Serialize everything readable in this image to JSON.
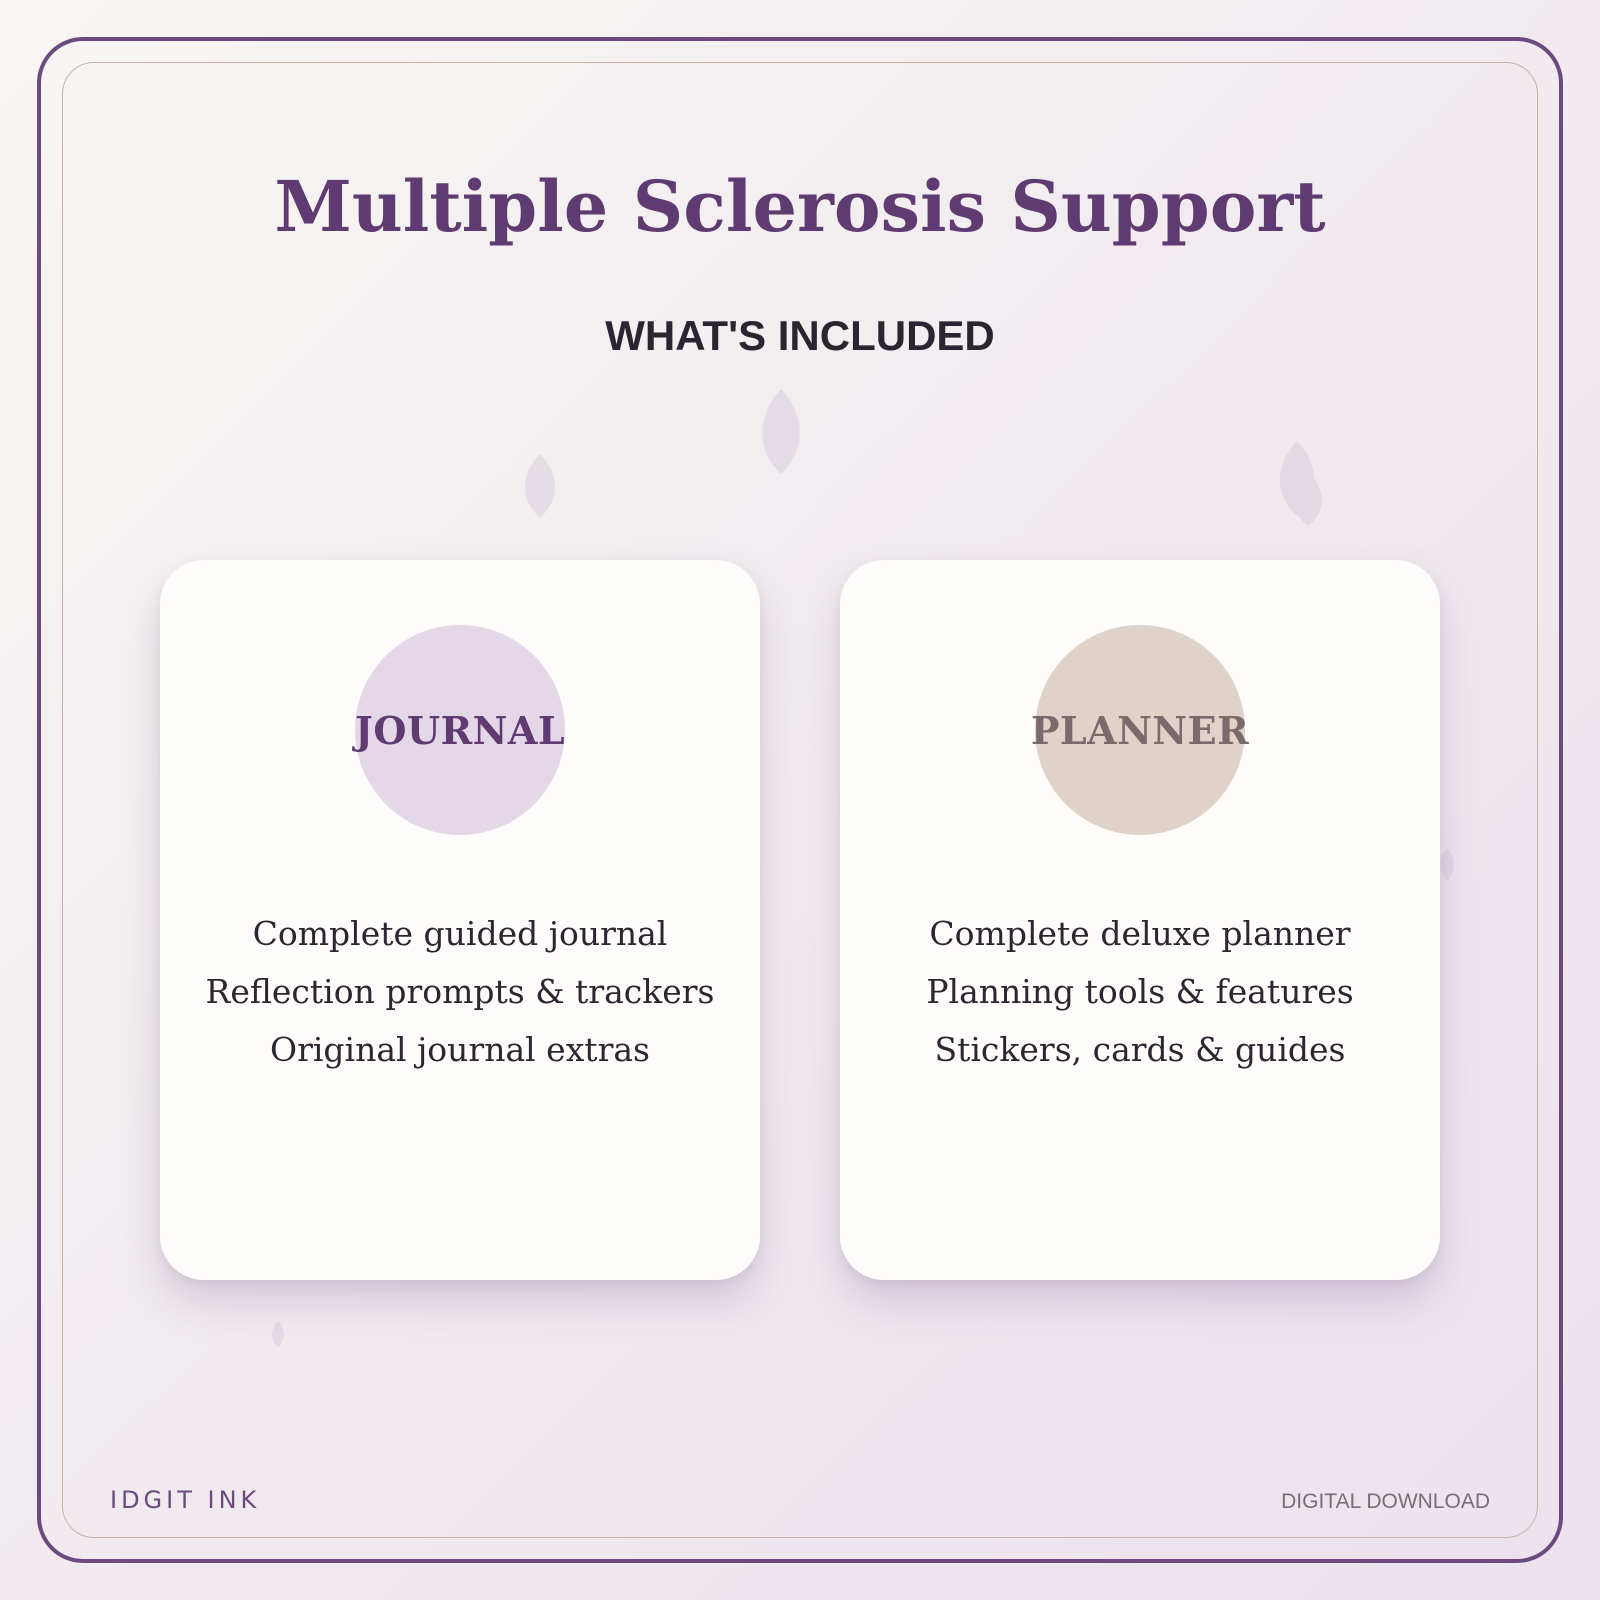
{
  "header": {
    "title": "Multiple Sclerosis Support",
    "subtitle": "WHAT'S INCLUDED"
  },
  "cards": [
    {
      "badge": "JOURNAL",
      "badge_color": "#e3d7e8",
      "features": [
        "Complete guided journal",
        "Reflection prompts & trackers",
        "Original journal extras"
      ]
    },
    {
      "badge": "PLANNER",
      "badge_color": "#dfd3c9",
      "features": [
        "Complete deluxe planner",
        "Planning tools & features",
        "Stickers, cards & guides"
      ]
    }
  ],
  "footer": {
    "brand": "IDGIT INK",
    "tag": "DIGITAL DOWNLOAD"
  },
  "colors": {
    "accent": "#6b4a80",
    "title": "#5f3b72",
    "frame_inner": "#c6b2a8"
  }
}
